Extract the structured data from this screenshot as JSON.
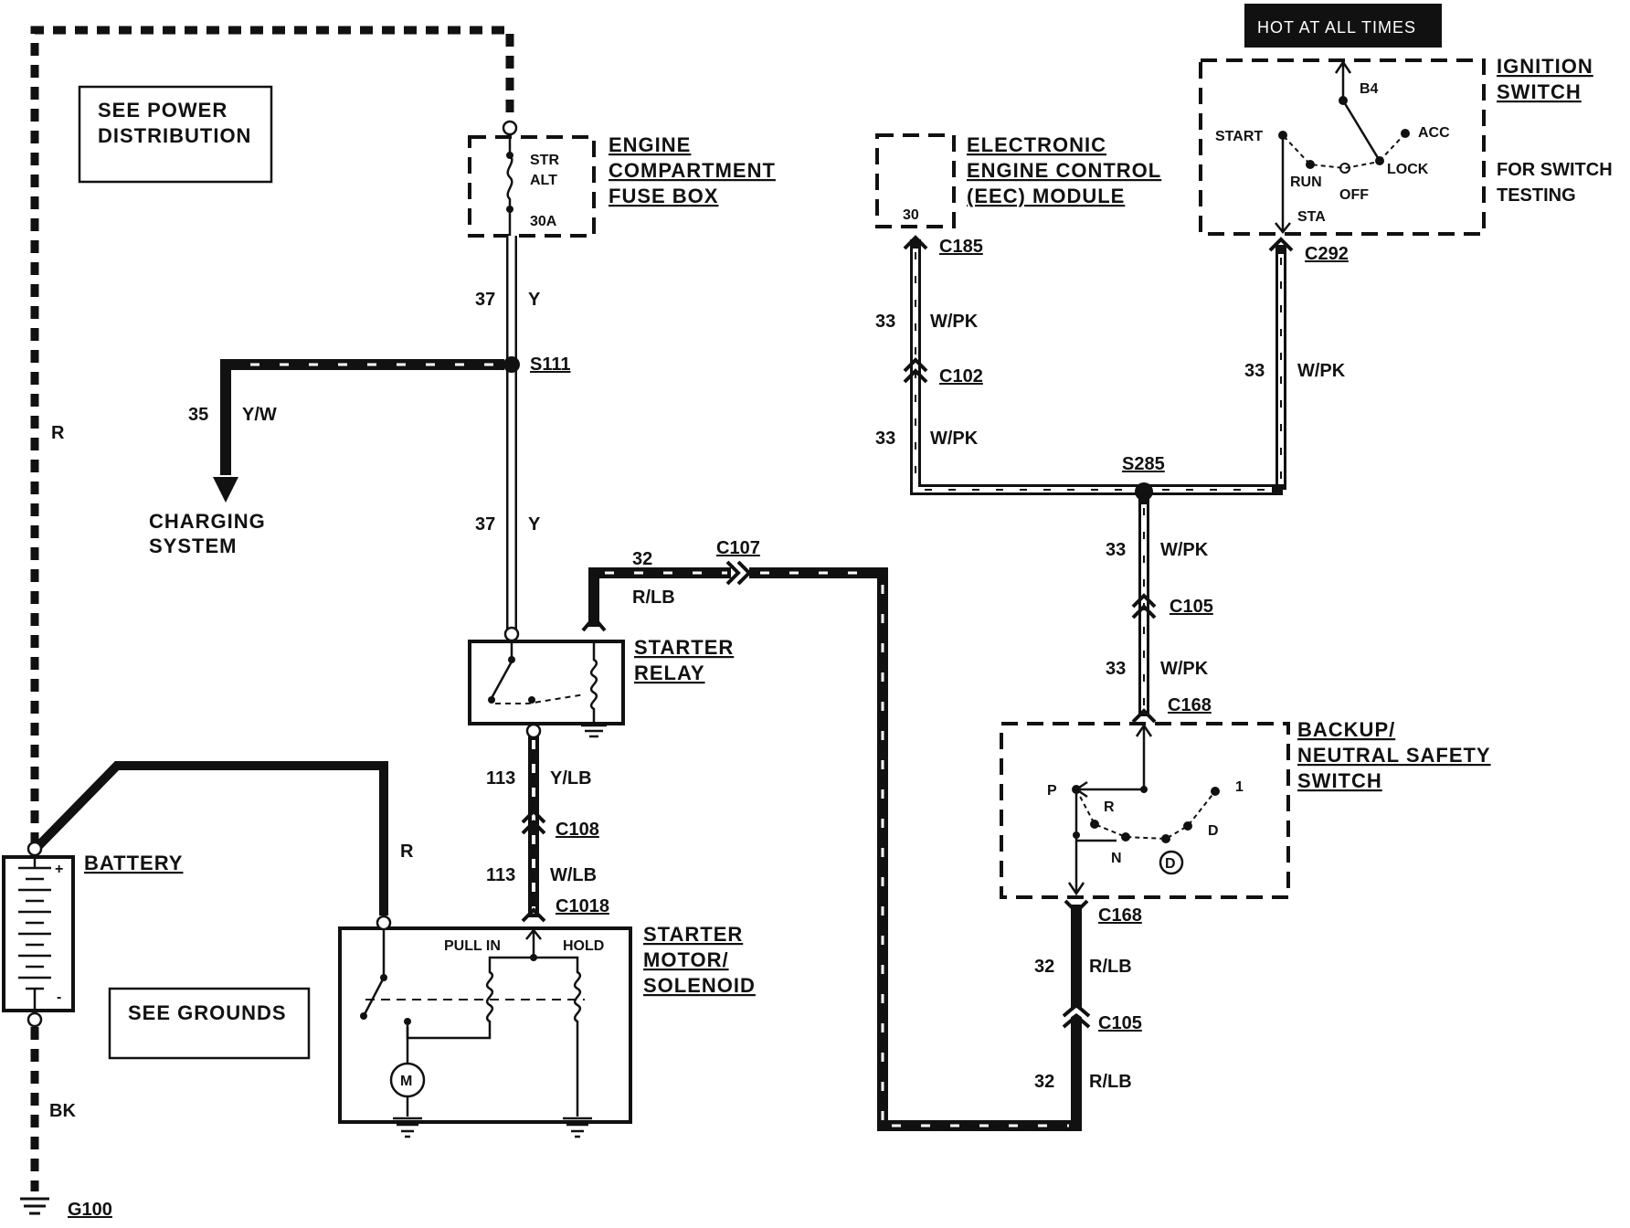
{
  "hot_badge": "HOT AT ALL TIMES",
  "boxes": {
    "power_distribution": [
      "SEE POWER",
      "DISTRIBUTION"
    ],
    "grounds": "SEE GROUNDS"
  },
  "components": {
    "fuse_box": {
      "title": [
        "ENGINE",
        "COMPARTMENT",
        "FUSE BOX"
      ],
      "fuse_name": [
        "STR",
        "ALT"
      ],
      "fuse_rating": "30A"
    },
    "eec_module": {
      "title": [
        "ELECTRONIC",
        "ENGINE CONTROL",
        "(EEC) MODULE"
      ],
      "pin": "30"
    },
    "ignition_switch": {
      "title": [
        "IGNITION",
        "SWITCH"
      ],
      "note": [
        "FOR SWITCH",
        "TESTING"
      ],
      "positions": {
        "b4": "B4",
        "start": "START",
        "acc": "ACC",
        "lock": "LOCK",
        "run": "RUN",
        "off": "OFF",
        "sta": "STA"
      }
    },
    "starter_relay": {
      "title": [
        "STARTER",
        "RELAY"
      ]
    },
    "backup_switch": {
      "title": [
        "BACKUP/",
        "NEUTRAL SAFETY",
        "SWITCH"
      ],
      "positions": {
        "p": "P",
        "r": "R",
        "n": "N",
        "d": "D",
        "od": "D",
        "one": "1"
      }
    },
    "battery": {
      "title": "BATTERY",
      "plus": "+",
      "minus": "-"
    },
    "starter_motor": {
      "title": [
        "STARTER",
        "MOTOR/",
        "SOLENOID"
      ],
      "pull_in": "PULL IN",
      "hold": "HOLD",
      "motor": "M"
    },
    "charging": [
      "CHARGING",
      "SYSTEM"
    ]
  },
  "splices": {
    "s111": "S111",
    "s285": "S285",
    "g100": "G100"
  },
  "connectors": {
    "c185": "C185",
    "c102": "C102",
    "c292": "C292",
    "c107": "C107",
    "c105_top": "C105",
    "c168_top": "C168",
    "c108": "C108",
    "c1018": "C1018",
    "c168_bot": "C168",
    "c105_bot": "C105"
  },
  "wires": {
    "r_left": "R",
    "w37_top": {
      "circuit": "37",
      "color": "Y"
    },
    "w35": {
      "circuit": "35",
      "color": "Y/W"
    },
    "w37_bot": {
      "circuit": "37",
      "color": "Y"
    },
    "w32_top": {
      "circuit": "32",
      "color": "R/LB"
    },
    "w33_a": {
      "circuit": "33",
      "color": "W/PK"
    },
    "w33_b": {
      "circuit": "33",
      "color": "W/PK"
    },
    "w33_c": {
      "circuit": "33",
      "color": "W/PK"
    },
    "w33_d": {
      "circuit": "33",
      "color": "W/PK"
    },
    "w33_e": {
      "circuit": "33",
      "color": "W/PK"
    },
    "w113_a": {
      "circuit": "113",
      "color": "Y/LB"
    },
    "w113_b": {
      "circuit": "113",
      "color": "W/LB"
    },
    "r_batt": "R",
    "bk": "BK",
    "w32_a": {
      "circuit": "32",
      "color": "R/LB"
    },
    "w32_b": {
      "circuit": "32",
      "color": "R/LB"
    }
  }
}
